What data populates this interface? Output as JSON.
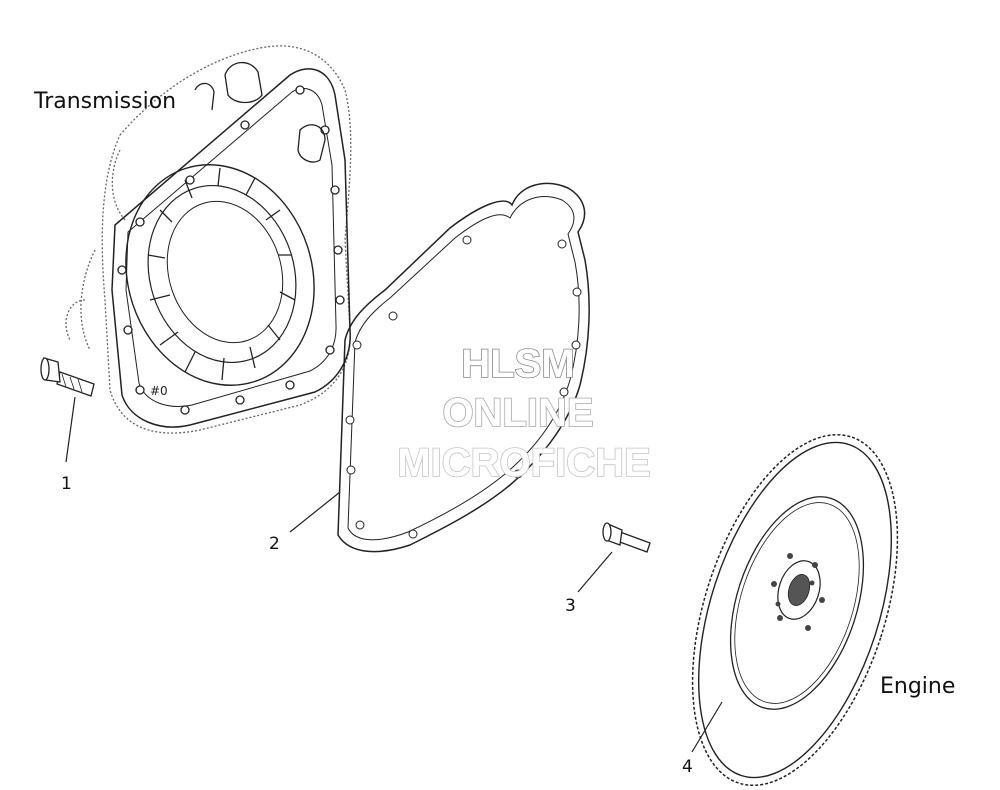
{
  "labels": {
    "transmission": "Transmission",
    "engine": "Engine"
  },
  "callouts": [
    {
      "number": "1",
      "part": "bolt"
    },
    {
      "number": "2",
      "part": "gasket"
    },
    {
      "number": "3",
      "part": "bolt"
    },
    {
      "number": "4",
      "part": "flywheel"
    }
  ],
  "watermark": {
    "line1": "HLSM",
    "line2": "ONLINE",
    "line3": "MICROFICHE"
  },
  "colors": {
    "line": "#222222",
    "watermark_stroke": "#8a8a8a"
  }
}
